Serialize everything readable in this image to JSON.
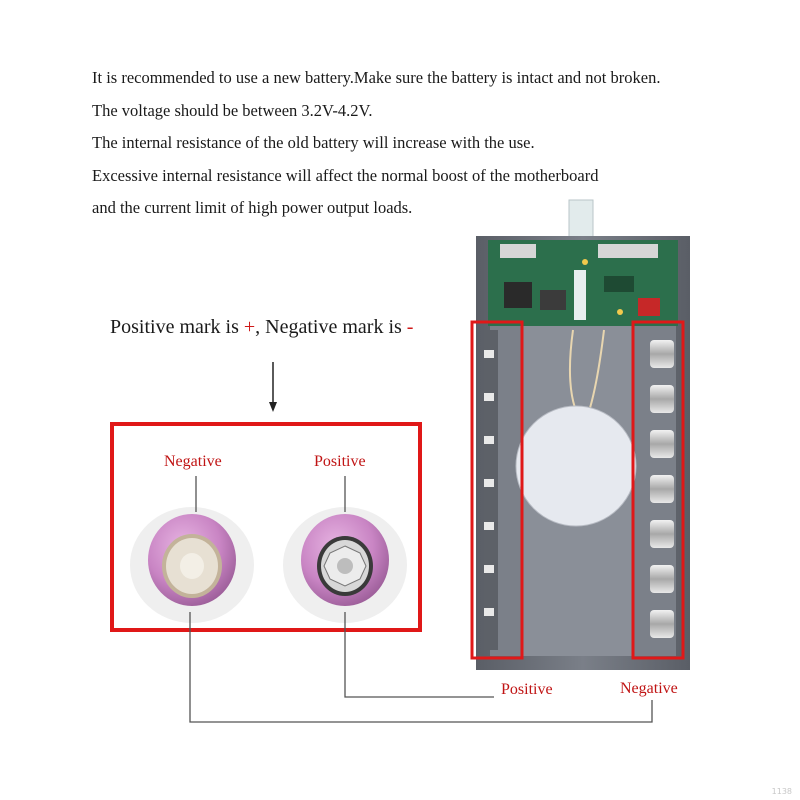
{
  "instructions": [
    "It is recommended to use a new battery.Make sure the battery is intact and not broken.",
    "The voltage should be between 3.2V-4.2V.",
    "The internal resistance of the old battery will increase with the use.",
    "Excessive internal resistance will affect the normal boost of the motherboard",
    "and the current limit of high power output loads."
  ],
  "polarity": {
    "pos_text": "Positive mark is ",
    "pos_symbol": "+",
    "sep": ", Negative mark is ",
    "neg_symbol": "-"
  },
  "cells": {
    "negative_label": "Negative",
    "positive_label": "Positive"
  },
  "box": {
    "positive_label": "Positive",
    "negative_label": "Negative"
  },
  "colors": {
    "highlight_red": "#e01818",
    "cell_wrap": "#c985c4",
    "box_shell": "#6f747c"
  },
  "watermark": "1138"
}
